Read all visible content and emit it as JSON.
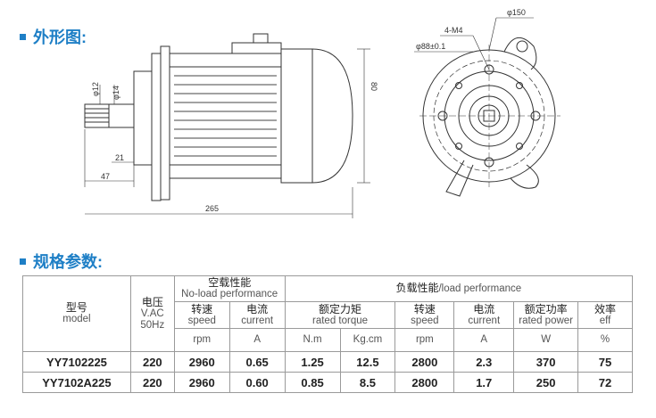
{
  "sections": {
    "drawing_title": "外形图:",
    "spec_title": "规格参数:"
  },
  "drawing": {
    "dims": {
      "d12": "φ12",
      "d14": "φ14",
      "l21": "21",
      "l47": "47",
      "l265": "265",
      "h80": "80",
      "holes": "4-M4",
      "d88": "φ88±0.1",
      "d150": "φ150"
    }
  },
  "table": {
    "model_cn": "型号",
    "model_en": "model",
    "voltage_cn": "电压",
    "voltage_unit": "V.AC",
    "voltage_freq": "50Hz",
    "noload_cn": "空载性能",
    "noload_en": "No-load performance",
    "load_cn": "负载性能",
    "load_en": "/load performance",
    "speed_cn": "转速",
    "speed_en": "speed",
    "current_cn": "电流",
    "current_en": "current",
    "torque_cn": "额定力矩",
    "torque_en": "rated torque",
    "power_cn": "额定功率",
    "power_en": "rated power",
    "eff_cn": "效率",
    "eff_en": "eff",
    "units": {
      "rpm": "rpm",
      "a": "A",
      "nm": "N.m",
      "kgcm": "Kg.cm",
      "rpm2": "rpm",
      "a2": "A",
      "w": "W",
      "pct": "%"
    },
    "rows": [
      {
        "model": "YY7102225",
        "voltage": "220",
        "nl_speed": "2960",
        "nl_current": "0.65",
        "torque_nm": "1.25",
        "torque_kgcm": "12.5",
        "speed": "2800",
        "current": "2.3",
        "power": "370",
        "eff": "75"
      },
      {
        "model": "YY7102A225",
        "voltage": "220",
        "nl_speed": "2960",
        "nl_current": "0.60",
        "torque_nm": "0.85",
        "torque_kgcm": "8.5",
        "speed": "2800",
        "current": "1.7",
        "power": "250",
        "eff": "72"
      }
    ]
  }
}
